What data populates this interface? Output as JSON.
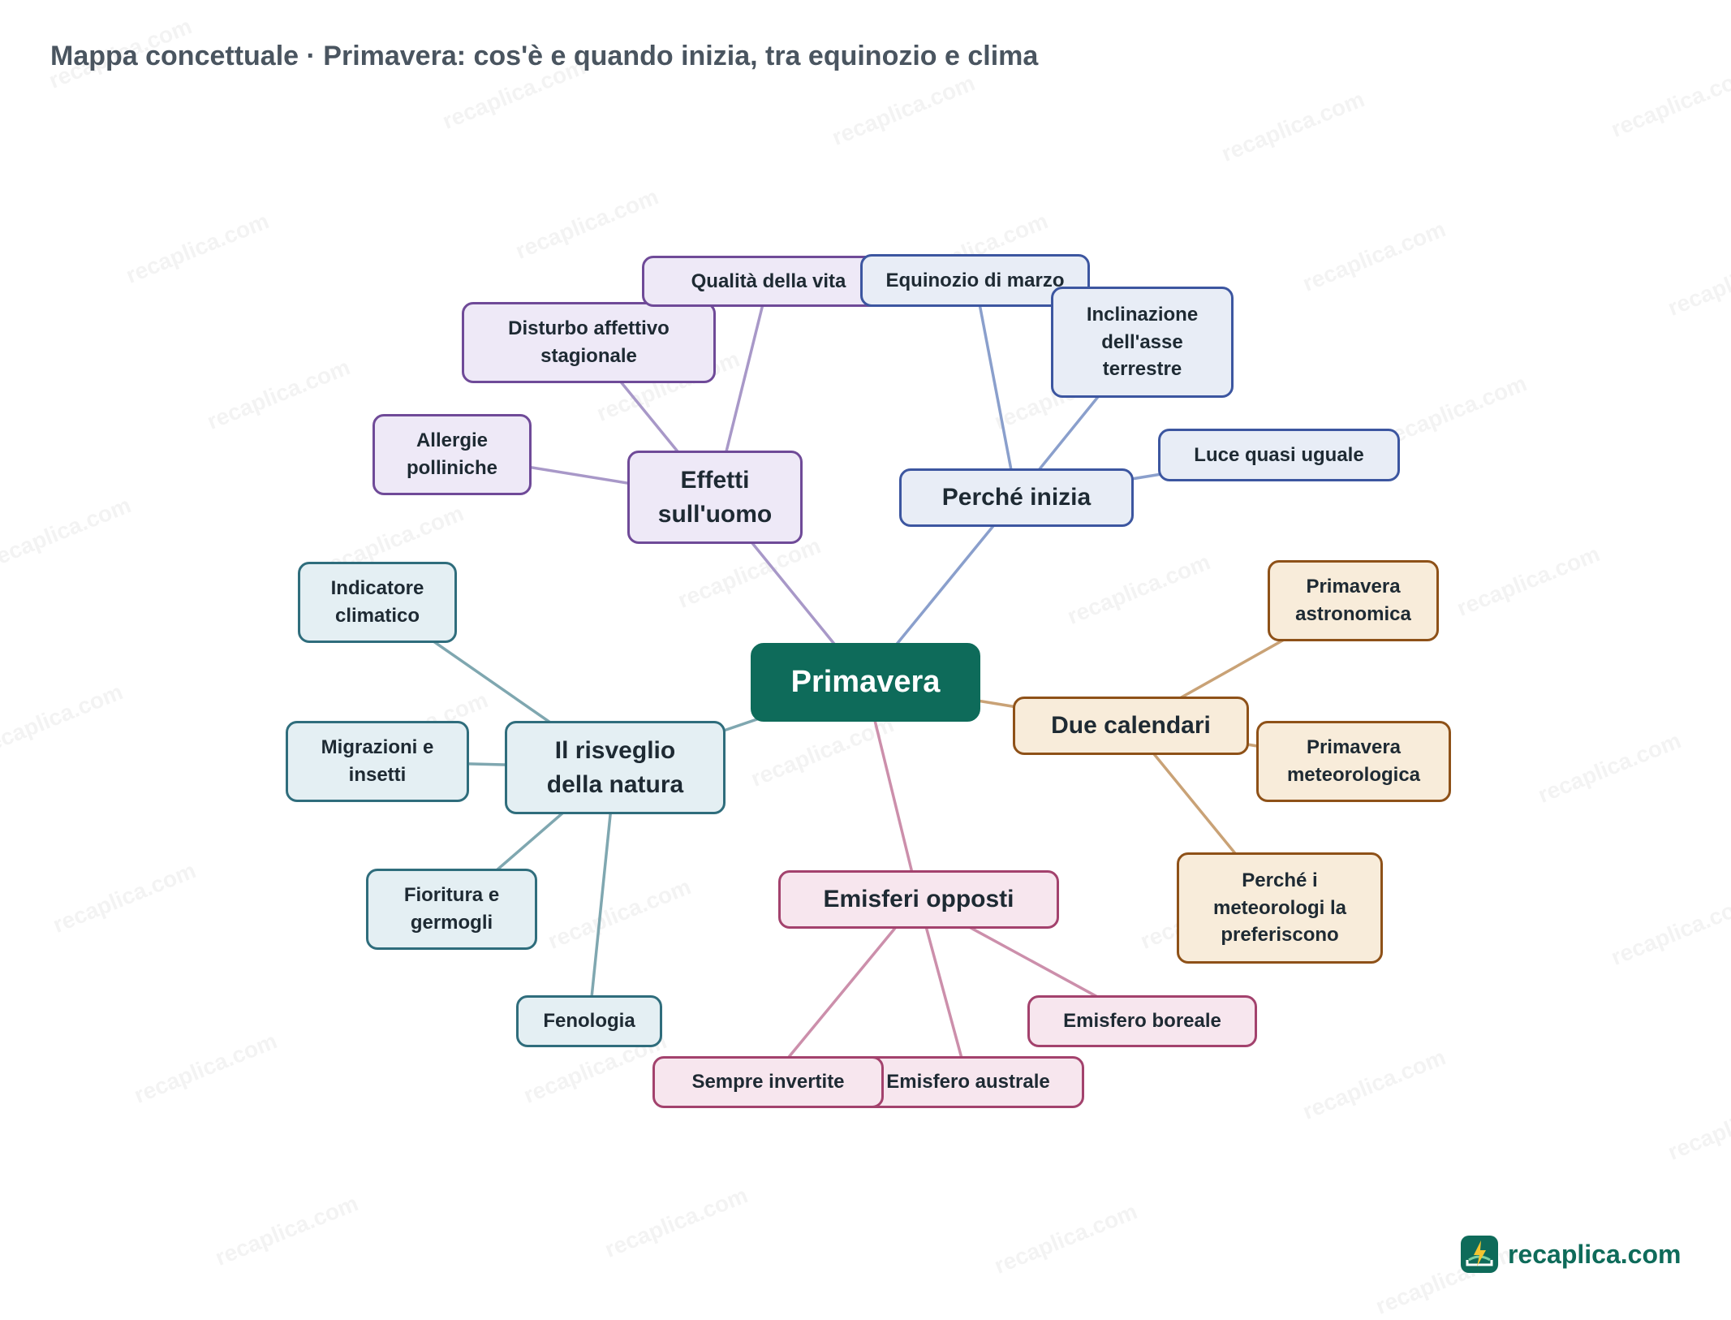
{
  "title": "Mappa concettuale · Primavera: cos'è e quando inizia, tra equinozio e clima",
  "watermark_text": "recaplica.com",
  "brand": {
    "name": "recaplica.com",
    "color": "#0e6b5a"
  },
  "colors": {
    "root": "#0e6b5a",
    "purple": "#6f4a98",
    "blue": "#3c56a0",
    "teal": "#2f6d7c",
    "orange": "#8e5118",
    "pink": "#a3426d"
  },
  "root": {
    "label": "Primavera"
  },
  "branches": [
    {
      "id": "effetti",
      "label": "Effetti sull'uomo",
      "color": "purple",
      "children": [
        "Allergie polliniche",
        "Disturbo affettivo stagionale",
        "Qualità della vita"
      ]
    },
    {
      "id": "perche",
      "label": "Perché inizia",
      "color": "blue",
      "children": [
        "Equinozio di marzo",
        "Inclinazione dell'asse terrestre",
        "Luce quasi uguale"
      ]
    },
    {
      "id": "calendari",
      "label": "Due calendari",
      "color": "orange",
      "children": [
        "Primavera astronomica",
        "Primavera meteorologica",
        "Perché i meteorologi la preferiscono"
      ]
    },
    {
      "id": "emisferi",
      "label": "Emisferi opposti",
      "color": "pink",
      "children": [
        "Emisfero boreale",
        "Emisfero australe",
        "Sempre invertite"
      ]
    },
    {
      "id": "natura",
      "label": "Il risveglio della natura",
      "color": "teal",
      "children": [
        "Indicatore climatico",
        "Migrazioni e insetti",
        "Fioritura e germogli",
        "Fenologia"
      ]
    }
  ]
}
